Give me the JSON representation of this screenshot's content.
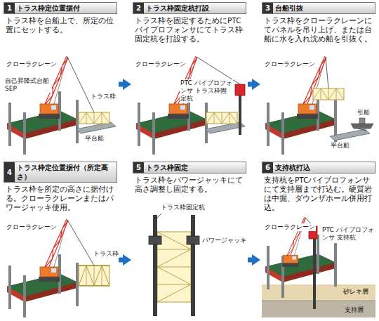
{
  "diagram": {
    "nodes": [
      {
        "text": [
          "1",
          "トラス枠定位置据付",
          "トラス枠を台船上で、所定の位置にセットする。"
        ]
      },
      {
        "text": [
          "2",
          "トラス枠固定杭打設",
          "トラス枠を固定するためにPTCバイブロフォンサにてトラス枠固定杭を打設する。"
        ]
      },
      {
        "text": [
          "3",
          "台船引抜",
          "トラス枠をクローラクレーンにてパネルを吊り上げ、または台船に水を入れ沈め船を引抜く。"
        ]
      },
      {
        "text": [
          "4",
          "トラス枠定位置据付（所定高さ）",
          "トラス枠を所定の高さに据付ける。クローラクレーンまたはパワージャッキ使用。"
        ]
      },
      {
        "text": [
          "5",
          "トラス枠固定",
          "トラス枠をパワージャッキにて高さ調整し固定する。"
        ]
      },
      {
        "text": [
          "6",
          "支持杭打込",
          "支持杭をPTCバイブロフォンサにて支持層まで打込む。硬質岩は中掘、ダウンザホール併用打込。"
        ]
      }
    ],
    "edges": [
      {
        "from": 0,
        "to": 1,
        "arrow": "to"
      },
      {
        "from": 1,
        "to": 2,
        "arrow": "to"
      },
      {
        "from": 3,
        "to": 4,
        "arrow": "to"
      },
      {
        "from": 4,
        "to": 5,
        "arrow": "to"
      }
    ],
    "labels": [
      "クローラクレーン",
      "自己昇降式台船 SEP",
      "トラス枠",
      "平台船",
      "クローラクレーン",
      "PTC バイブロフォンサ トラス枠固定杭",
      "クローラクレーン",
      "引船",
      "平台船",
      "クローラクレーン",
      "トラス枠",
      "トラス枠固定杭",
      "パワージャッキ",
      "クローラクレーン",
      "PTC バイブロフォンサ 支持杭",
      "砂レキ層",
      "支持層"
    ]
  }
}
